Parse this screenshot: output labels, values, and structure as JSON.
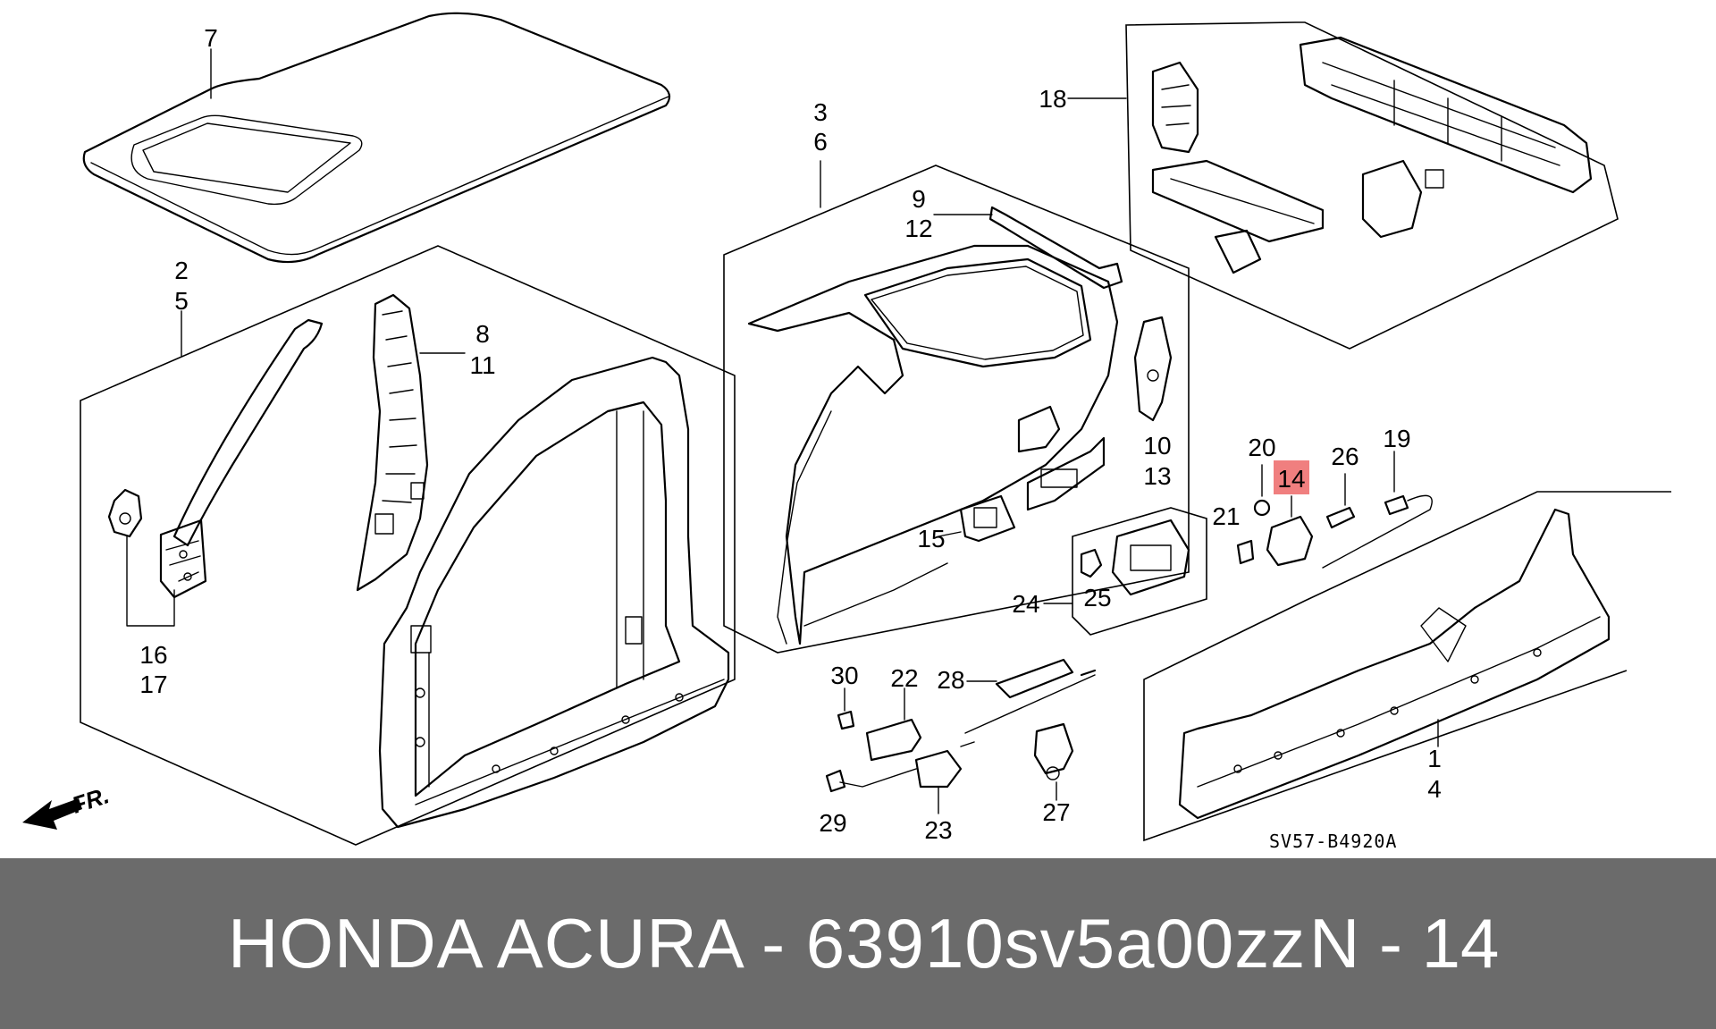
{
  "diagram": {
    "labels": {
      "l1": "1",
      "l2": "2",
      "l3": "3",
      "l4": "4",
      "l5": "5",
      "l6": "6",
      "l7": "7",
      "l8": "8",
      "l9": "9",
      "l10": "10",
      "l11": "11",
      "l12": "12",
      "l13": "13",
      "l14": "14",
      "l15": "15",
      "l16": "16",
      "l17": "17",
      "l18": "18",
      "l19": "19",
      "l20": "20",
      "l21": "21",
      "l22": "22",
      "l23": "23",
      "l24": "24",
      "l25": "25",
      "l26": "26",
      "l27": "27",
      "l28": "28",
      "l29": "29",
      "l30": "30"
    },
    "highlighted_part": "14",
    "highlight_color": "#f07f7f",
    "diagram_code": "SV57-B4920A",
    "direction_label": "FR."
  },
  "footer": {
    "title": "HONDA ACURA - 63910sv5a00zz",
    "reference": "N - 14",
    "background": "#6b6b6b",
    "text_color": "#ffffff"
  }
}
